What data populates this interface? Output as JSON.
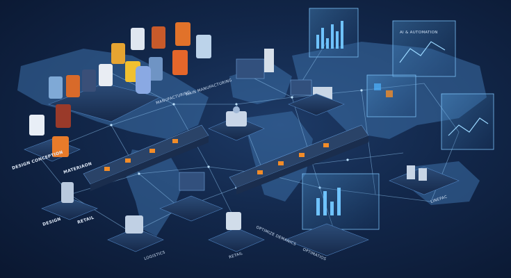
{
  "labels": {
    "design_conception": "DESIGN CONCEPTION",
    "materiaon": "MATERIAON",
    "design": "DESIGN",
    "retail_left": "RETAIL",
    "logistics": "LOGISTICS",
    "retail_center": "RETAIL",
    "optimize_demanics": "OPTIMIZE DEMANICS",
    "optimatios": "OPTIMATIOS",
    "ai_automation": "AI & AUTOMATION",
    "manufacturing_mid": "MANUFACTURING",
    "manufacturing_right": "MAIN MANUFACTURING",
    "linepac": "LINEPAC"
  },
  "colors": {
    "background": "#12274a",
    "map": "#3d6fa8",
    "lines": "#8fc4f0",
    "panel": "#1a3358",
    "accent": "#4fb3ff",
    "orange": "#f28c28"
  }
}
